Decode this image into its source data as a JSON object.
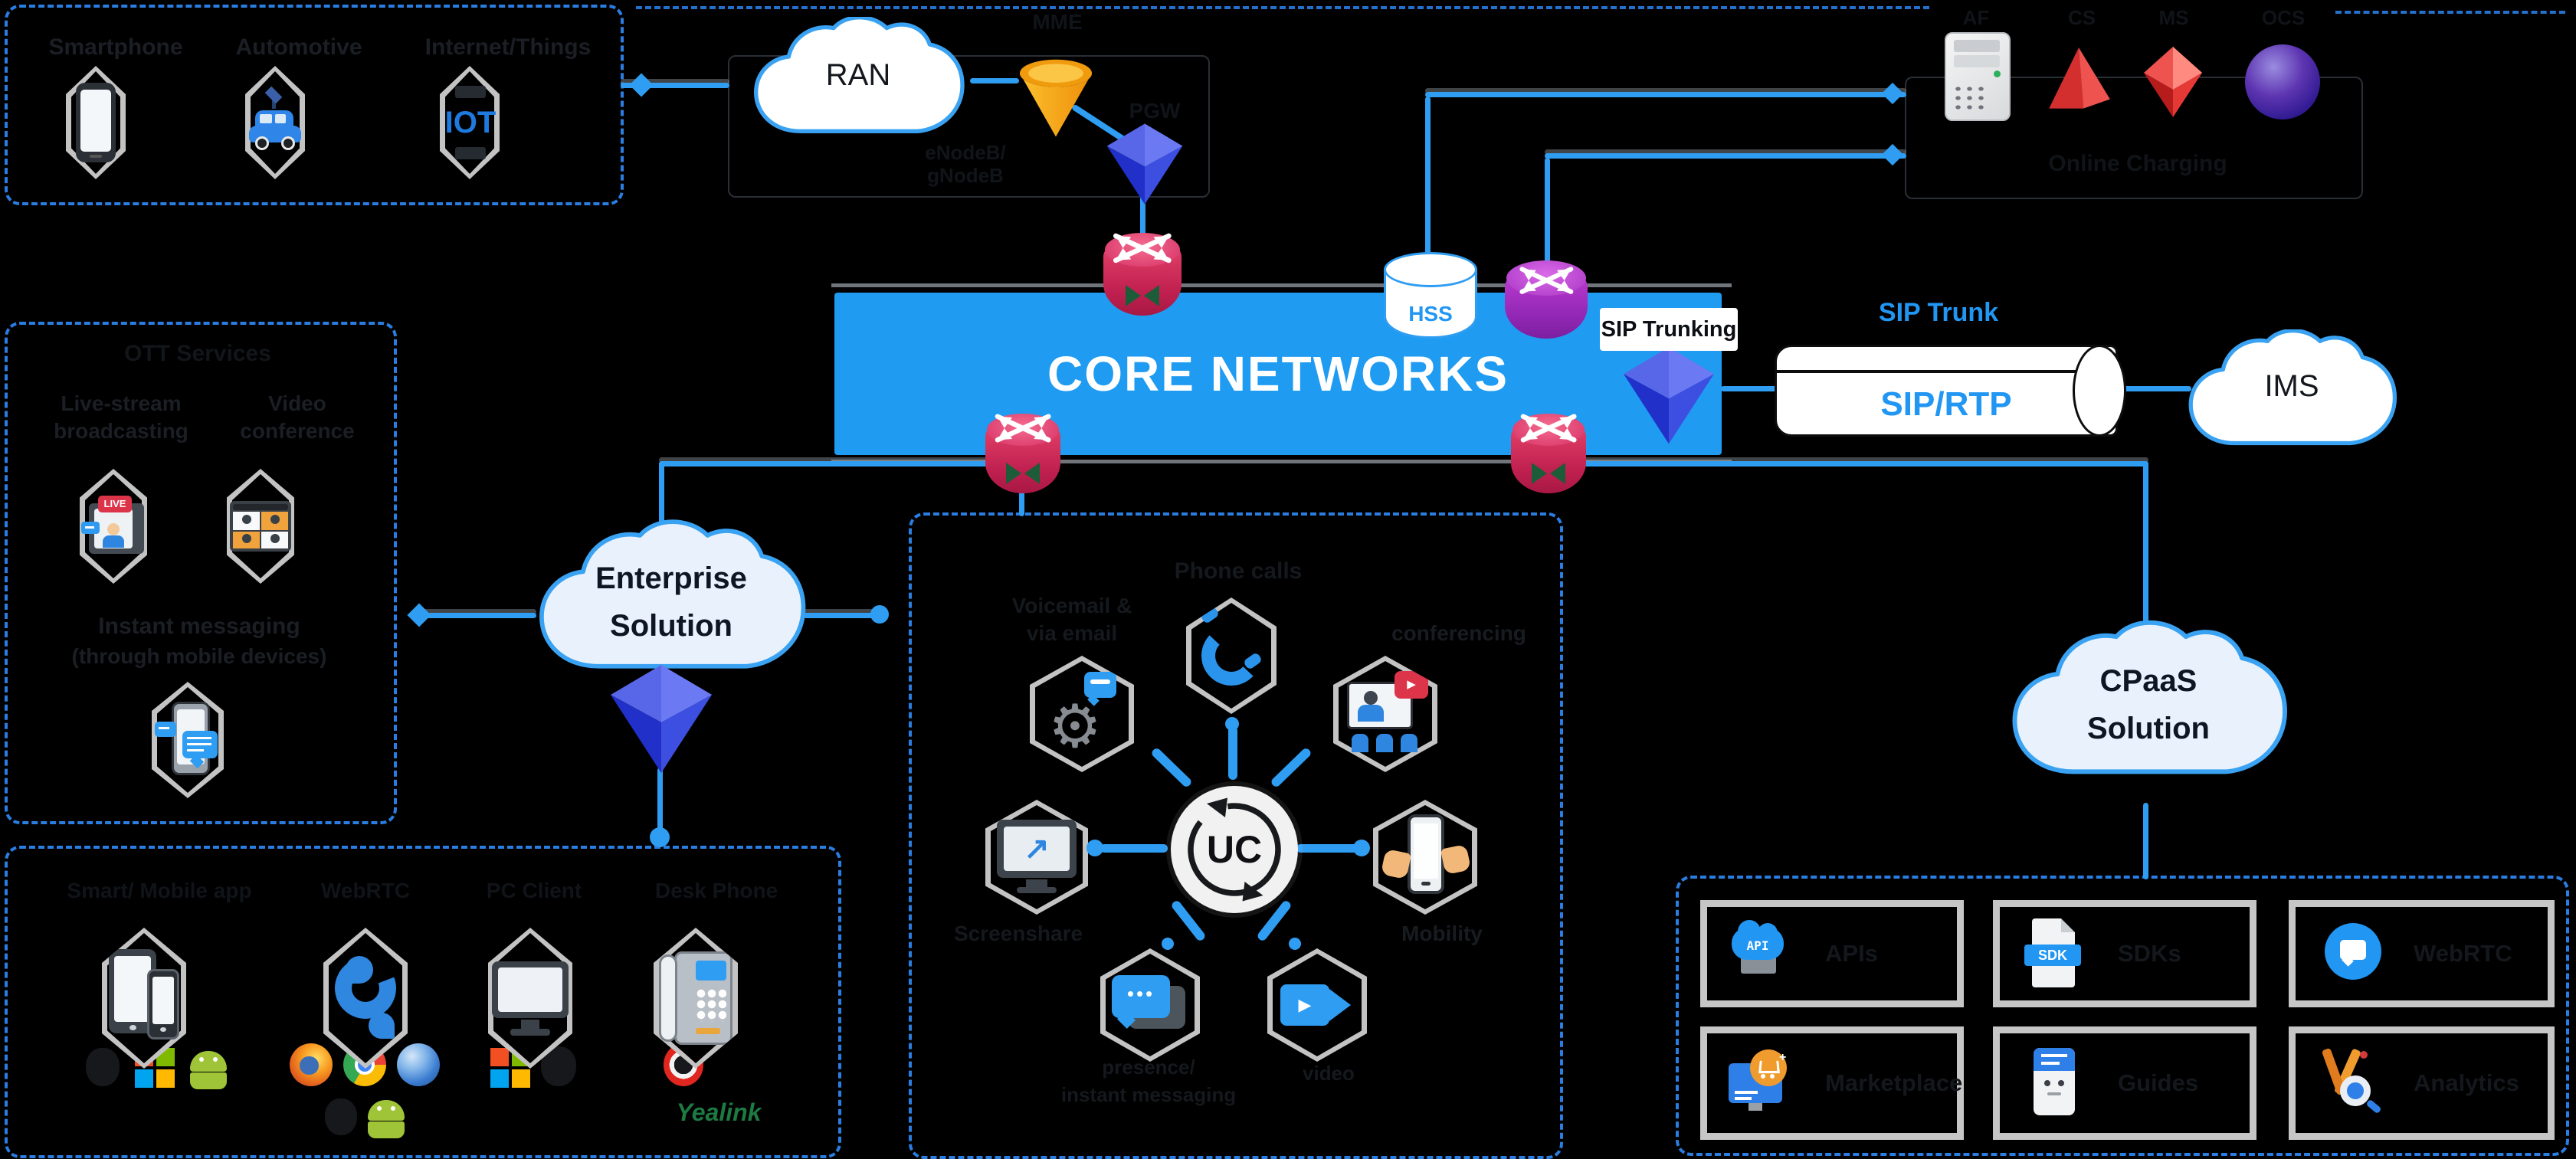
{
  "subscribers": {
    "items": [
      "Smartphone",
      "Automotive",
      "Internet/Things"
    ],
    "iot": "IOT"
  },
  "ran": {
    "label": "RAN",
    "mme": "MME",
    "pgw": "PGW",
    "node_line1": "eNodeB/",
    "node_line2": "gNodeB"
  },
  "core": {
    "title": "CORE NETWORKS",
    "hss": "HSS",
    "sip_trunking": "SIP Trunking",
    "sip_trunk": "SIP Trunk",
    "pipe": "SIP/RTP",
    "ims": "IMS"
  },
  "charging": {
    "labels": [
      "AF",
      "CS",
      "MS",
      "OCS"
    ],
    "caption": "Online Charging"
  },
  "ott": {
    "title": "OTT Services",
    "live_badge": "LIVE",
    "col1_line1": "Live-stream",
    "col1_line2": "broadcasting",
    "col2_line1": "Video",
    "col2_line2": "conference",
    "im_line1": "Instant messaging",
    "im_line2": "(through mobile devices)"
  },
  "enterprise": {
    "line1": "Enterprise",
    "line2": "Solution"
  },
  "uc": {
    "center": "UC",
    "top": "Phone calls",
    "upper_left_line1": "Voicemail &",
    "upper_left_line2": "via email",
    "upper_right": "conferencing",
    "left": "Screenshare",
    "right": "Mobility",
    "bottom_left_line1": "presence/",
    "bottom_left_line2": "instant messaging",
    "bottom_right": "video"
  },
  "devices": {
    "headers": [
      "Smart/ Mobile app",
      "WebRTC",
      "PC Client",
      "Desk Phone"
    ],
    "yealink": "Yealink"
  },
  "cpaas": {
    "line1": "CPaaS",
    "line2": "Solution",
    "api_badge": "API",
    "sdk_badge": "SDK",
    "cards": [
      "APIs",
      "SDKs",
      "WebRTC",
      "Marketplace",
      "Guides",
      "Analytics"
    ]
  }
}
